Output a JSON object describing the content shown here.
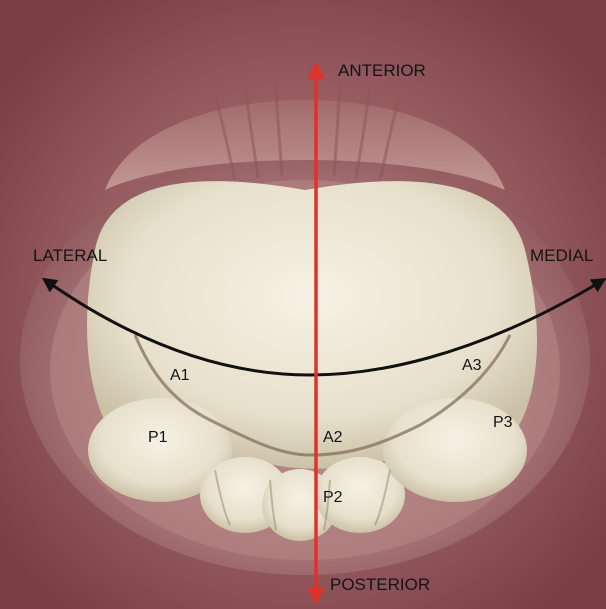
{
  "labels": {
    "anterior": "ANTERIOR",
    "posterior": "POSTERIOR",
    "lateral": "LATERAL",
    "medial": "MEDIAL",
    "a1": "A1",
    "a2": "A2",
    "a3": "A3",
    "p1": "P1",
    "p2": "P2",
    "p3": "P3"
  },
  "colors": {
    "tissue": "#8e5055",
    "leaflet": "#ece6d4",
    "vertical_arrow": "#e0312b",
    "horizontal_arrow": "#111111"
  }
}
